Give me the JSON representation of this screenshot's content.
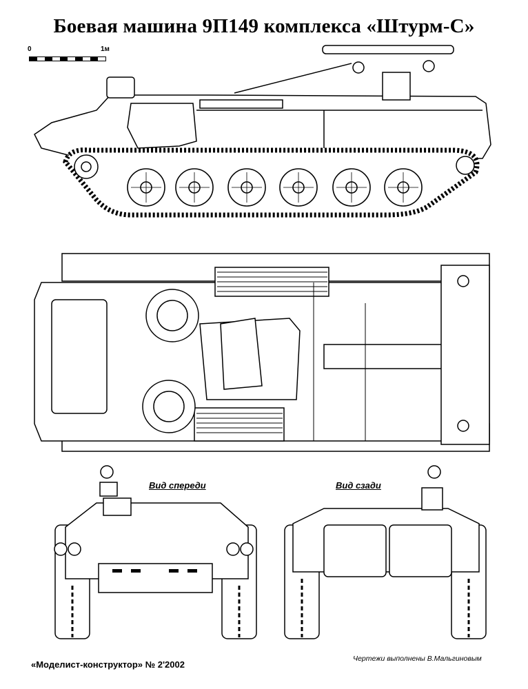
{
  "title": "Боевая машина 9П149 комплекса «Штурм-С»",
  "scale": {
    "start": "0",
    "end": "1м"
  },
  "views": {
    "front": "Вид спереди",
    "rear": "Вид сзади"
  },
  "footer": {
    "magazine": "«Моделист-конструктор» № 2'2002",
    "credit": "Чертежи выполнены   В.Мальгиновым"
  }
}
